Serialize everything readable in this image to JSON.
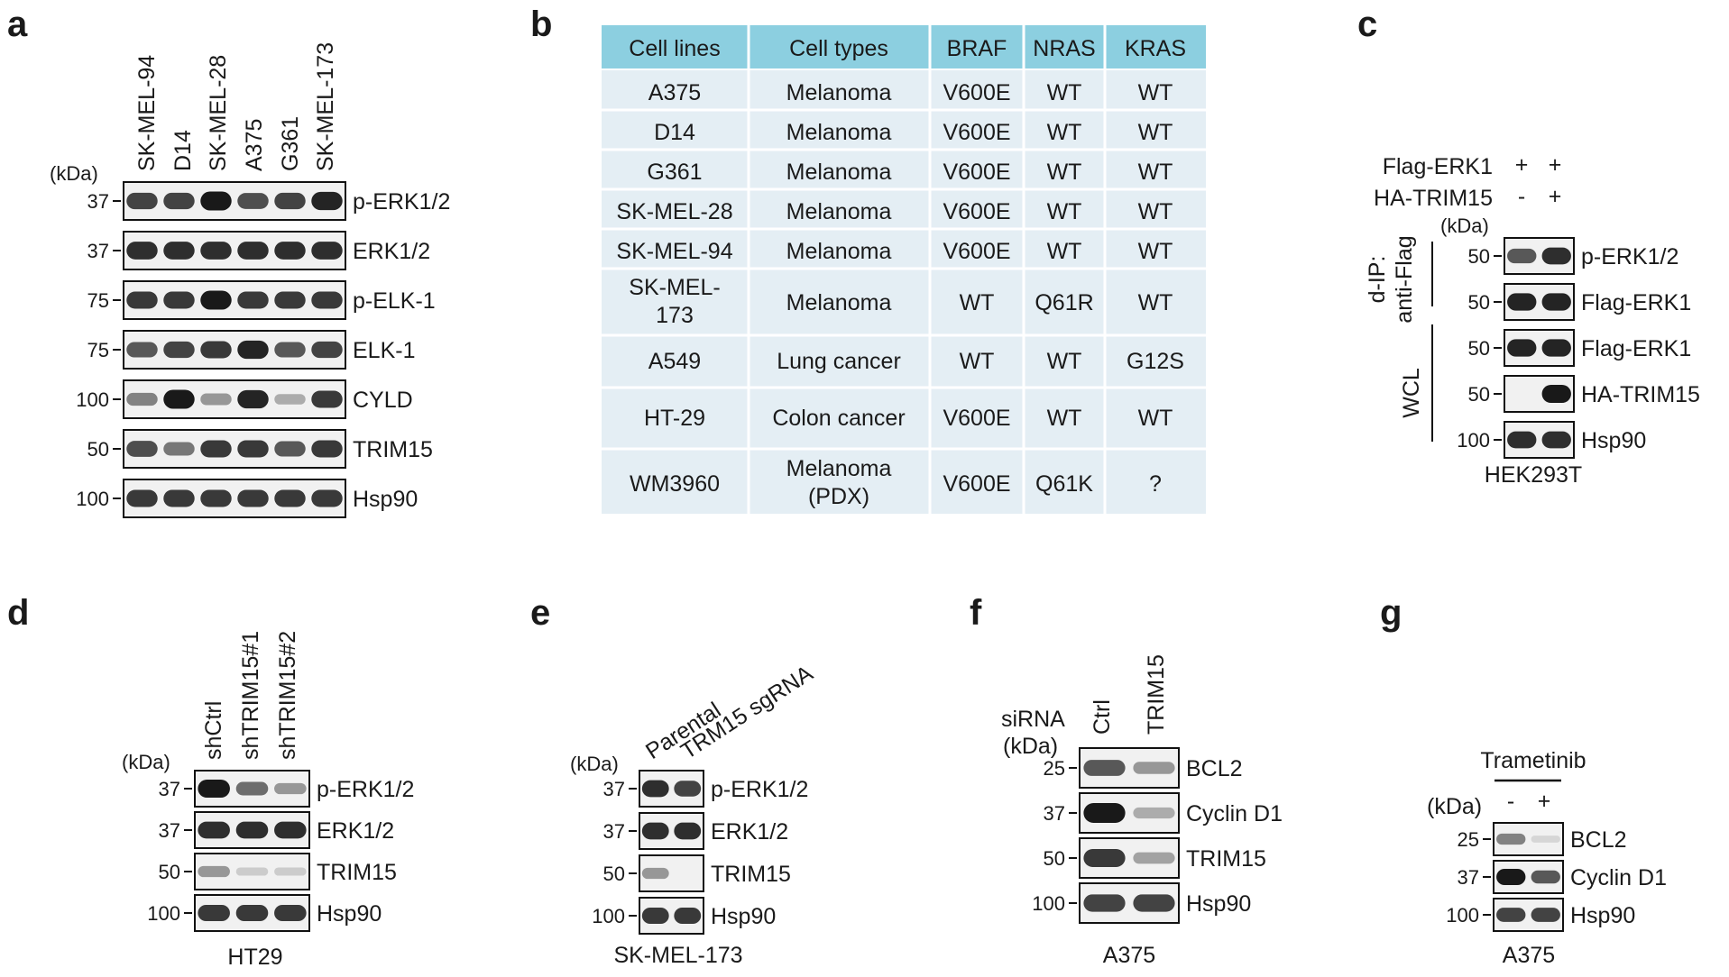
{
  "panel_a": {
    "letter": "a",
    "kda": "(kDa)",
    "lanes": [
      "SK-MEL-94",
      "D14",
      "SK-MEL-28",
      "A375",
      "G361",
      "SK-MEL-173"
    ],
    "blots": [
      {
        "label": "p-ERK1/2",
        "marker": "37",
        "bands": [
          0.8,
          0.8,
          1.0,
          0.75,
          0.8,
          0.95
        ]
      },
      {
        "label": "ERK1/2",
        "marker": "37",
        "bands": [
          0.9,
          0.9,
          0.9,
          0.9,
          0.9,
          0.9
        ]
      },
      {
        "label": "p-ELK-1",
        "marker": "75",
        "bands": [
          0.85,
          0.85,
          1.0,
          0.85,
          0.85,
          0.85
        ]
      },
      {
        "label": "ELK-1",
        "marker": "75",
        "bands": [
          0.7,
          0.8,
          0.85,
          0.95,
          0.7,
          0.8
        ]
      },
      {
        "label": "CYLD",
        "marker": "100",
        "bands": [
          0.5,
          1.0,
          0.4,
          0.95,
          0.3,
          0.85
        ]
      },
      {
        "label": "TRIM15",
        "marker": "50",
        "bands": [
          0.75,
          0.55,
          0.85,
          0.85,
          0.7,
          0.85
        ]
      },
      {
        "label": "Hsp90",
        "marker": "100",
        "bands": [
          0.85,
          0.85,
          0.85,
          0.85,
          0.85,
          0.85
        ]
      }
    ]
  },
  "panel_b": {
    "letter": "b",
    "header_color": "#8ccfe0",
    "row_color": "#e4eef4",
    "columns": [
      "Cell lines",
      "Cell types",
      "BRAF",
      "NRAS",
      "KRAS"
    ],
    "rows": [
      [
        "A375",
        "Melanoma",
        "V600E",
        "WT",
        "WT"
      ],
      [
        "D14",
        "Melanoma",
        "V600E",
        "WT",
        "WT"
      ],
      [
        "G361",
        "Melanoma",
        "V600E",
        "WT",
        "WT"
      ],
      [
        "SK-MEL-28",
        "Melanoma",
        "V600E",
        "WT",
        "WT"
      ],
      [
        "SK-MEL-94",
        "Melanoma",
        "V600E",
        "WT",
        "WT"
      ],
      [
        "SK-MEL-173",
        "Melanoma",
        "WT",
        "Q61R",
        "WT"
      ],
      [
        "A549",
        "Lung cancer",
        "WT",
        "WT",
        "G12S"
      ],
      [
        "HT-29",
        "Colon cancer",
        "V600E",
        "WT",
        "WT"
      ],
      [
        "WM3960",
        "Melanoma (PDX)",
        "V600E",
        "Q61K",
        "?"
      ]
    ],
    "wrapped": {
      "sk_mel_173": [
        "SK-MEL-",
        "173"
      ],
      "melanoma_pdx": [
        "Melanoma",
        "(PDX)"
      ]
    }
  },
  "panel_c": {
    "letter": "c",
    "kda": "(kDa)",
    "conditions": [
      {
        "label": "Flag-ERK1",
        "values": [
          "+",
          "+"
        ]
      },
      {
        "label": "HA-TRIM15",
        "values": [
          "-",
          "+"
        ]
      }
    ],
    "group_ip": [
      "d-IP:",
      "anti-Flag"
    ],
    "group_wcl": "WCL",
    "cell_line": "HEK293T",
    "blots": [
      {
        "label": "p-ERK1/2",
        "marker": "50",
        "bands": [
          0.7,
          0.9
        ]
      },
      {
        "label": "Flag-ERK1",
        "marker": "50",
        "bands": [
          0.95,
          0.95
        ]
      },
      {
        "label": "Flag-ERK1",
        "marker": "50",
        "bands": [
          0.95,
          0.95
        ]
      },
      {
        "label": "HA-TRIM15",
        "marker": "50",
        "bands": [
          0.0,
          1.0
        ]
      },
      {
        "label": "Hsp90",
        "marker": "100",
        "bands": [
          0.9,
          0.9
        ]
      }
    ]
  },
  "panel_d": {
    "letter": "d",
    "kda": "(kDa)",
    "lanes": [
      "shCtrl",
      "shTRIM15#1",
      "shTRIM15#2"
    ],
    "cell_line": "HT29",
    "blots": [
      {
        "label": "p-ERK1/2",
        "marker": "37",
        "bands": [
          1.0,
          0.6,
          0.4
        ]
      },
      {
        "label": "ERK1/2",
        "marker": "37",
        "bands": [
          0.9,
          0.9,
          0.9
        ]
      },
      {
        "label": "TRIM15",
        "marker": "50",
        "bands": [
          0.4,
          0.15,
          0.15
        ]
      },
      {
        "label": "Hsp90",
        "marker": "100",
        "bands": [
          0.85,
          0.85,
          0.85
        ]
      }
    ]
  },
  "panel_e": {
    "letter": "e",
    "kda": "(kDa)",
    "lanes": [
      "Parental",
      "TRM15 sgRNA"
    ],
    "cell_line": "SK-MEL-173",
    "blots": [
      {
        "label": "p-ERK1/2",
        "marker": "37",
        "bands": [
          0.9,
          0.8
        ]
      },
      {
        "label": "ERK1/2",
        "marker": "37",
        "bands": [
          0.9,
          0.9
        ]
      },
      {
        "label": "TRIM15",
        "marker": "50",
        "bands": [
          0.4,
          0.0
        ]
      },
      {
        "label": "Hsp90",
        "marker": "100",
        "bands": [
          0.85,
          0.85
        ]
      }
    ]
  },
  "panel_f": {
    "letter": "f",
    "sirna": "siRNA",
    "kda": "(kDa)",
    "lanes": [
      "Ctrl",
      "TRIM15"
    ],
    "cell_line": "A375",
    "blots": [
      {
        "label": "BCL2",
        "marker": "25",
        "bands": [
          0.7,
          0.4
        ]
      },
      {
        "label": "Cyclin D1",
        "marker": "37",
        "bands": [
          1.0,
          0.3
        ]
      },
      {
        "label": "TRIM15",
        "marker": "50",
        "bands": [
          0.85,
          0.35
        ]
      },
      {
        "label": "Hsp90",
        "marker": "100",
        "bands": [
          0.8,
          0.8
        ]
      }
    ]
  },
  "panel_g": {
    "letter": "g",
    "kda": "(kDa)",
    "treatment": "Trametinib",
    "lanes": [
      "-",
      "+"
    ],
    "cell_line": "A375",
    "blots": [
      {
        "label": "BCL2",
        "marker": "25",
        "bands": [
          0.5,
          0.1
        ]
      },
      {
        "label": "Cyclin D1",
        "marker": "37",
        "bands": [
          1.0,
          0.7
        ]
      },
      {
        "label": "Hsp90",
        "marker": "100",
        "bands": [
          0.8,
          0.8
        ]
      }
    ]
  }
}
